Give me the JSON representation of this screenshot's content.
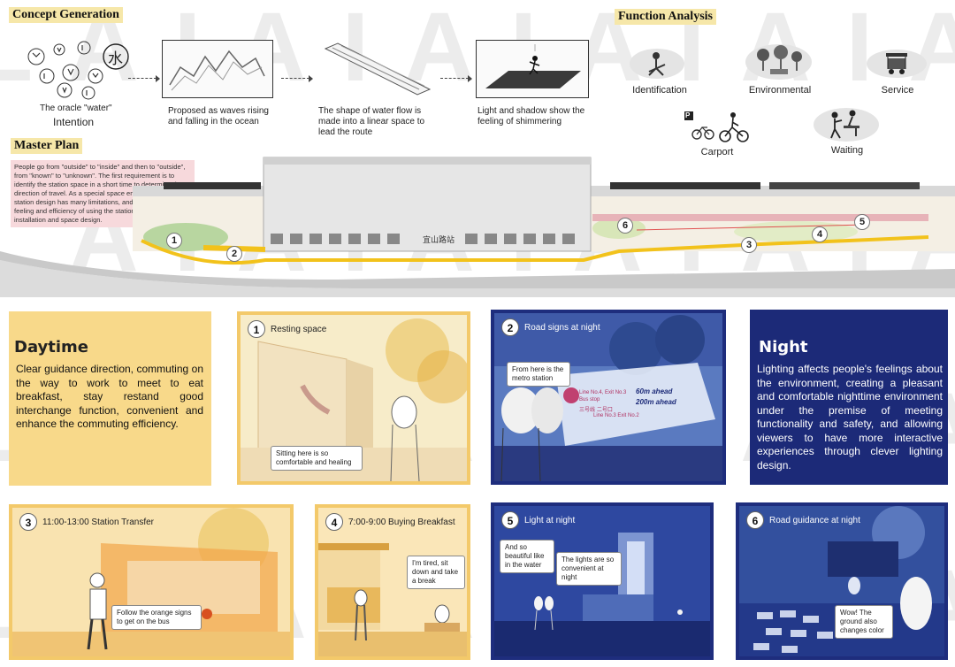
{
  "headings": {
    "concept": "Concept Generation",
    "function": "Function Analysis",
    "master": "Master Plan"
  },
  "concept": {
    "oracle_caption": "The oracle \"water\"",
    "oracle_char": "水",
    "intention": "Intention",
    "step1": "Proposed as waves rising and falling in the ocean",
    "step2": "The shape of water flow is made into a linear space to lead the route",
    "step3": "Light and shadow show the feeling of shimmering"
  },
  "function_analysis": {
    "identification": "Identification",
    "environmental": "Environmental",
    "service": "Service",
    "carport": "Carport",
    "waiting": "Waiting",
    "parking_sign": "P"
  },
  "master_plan": {
    "text": "People go from \"outside\" to \"inside\" and then to \"outside\", from \"known\" to \"unknown\". The first requirement is to identify the station space in a short time to determine the direction of travel. As a special space environment, the station design has many limitations, and I improve the feeling and efficiency of using the station space through installation and space design.",
    "station_sign": "宜山路站",
    "markers": [
      "1",
      "2",
      "3",
      "4",
      "5",
      "6"
    ]
  },
  "daytime": {
    "title": "Daytime",
    "text": "Clear guidance direction, commuting on the way to work to meet to eat breakfast, stay restand good interchange function, convenient and enhance the commuting efficiency."
  },
  "night": {
    "title": "Night",
    "text": "Lighting affects people's feelings about the environment, creating a pleasant and comfortable nighttime environment under the premise of meeting functionality and safety, and allowing viewers to have more interactive experiences through clever lighting design."
  },
  "panels": {
    "p1": {
      "num": "1",
      "label": "Resting space",
      "bubble": "Sitting here is so comfortable and healing"
    },
    "p2": {
      "num": "2",
      "label": "Road signs at night",
      "bubble": "From here is the metro station",
      "sign1": "Line No.4, Exit No.3 Bus stop",
      "sign1b": "60m ahead",
      "sign2": "三号线 二号口",
      "sign2b": "200m ahead",
      "sign3": "Line No.3 Exit No.2"
    },
    "p3": {
      "num": "3",
      "label": "11:00-13:00 Station Transfer",
      "bubble": "Follow the orange signs to get on the bus"
    },
    "p4": {
      "num": "4",
      "label": "7:00-9:00 Buying Breakfast",
      "bubble": "I'm tired, sit down and take a break"
    },
    "p5": {
      "num": "5",
      "label": "Light at night",
      "bubble1": "And so beautiful like in the water",
      "bubble2": "The lights are so convenient at night"
    },
    "p6": {
      "num": "6",
      "label": "Road guidance at night",
      "bubble": "Wow! The ground also changes color"
    }
  },
  "watermark": "LAIAIAIAIAIAL",
  "colors": {
    "highlight": "#f6e7a9",
    "daytime_bg": "#f8d98a",
    "night_bg": "#1c2a78",
    "route_yellow": "#f2c21b",
    "pink_note": "#f7d9dc"
  }
}
